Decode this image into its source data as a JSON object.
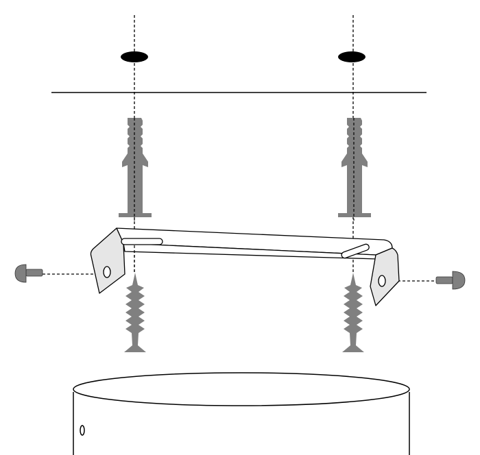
{
  "colors": {
    "line": "#000000",
    "hardware_fill": "#808080",
    "bracket_fill": "#ffffff",
    "hole_fill": "#000000"
  },
  "parts": [
    "wall-line",
    "drill-holes",
    "wall-anchors",
    "mounting-bracket",
    "wood-screws",
    "side-screws",
    "cylinder-body"
  ]
}
